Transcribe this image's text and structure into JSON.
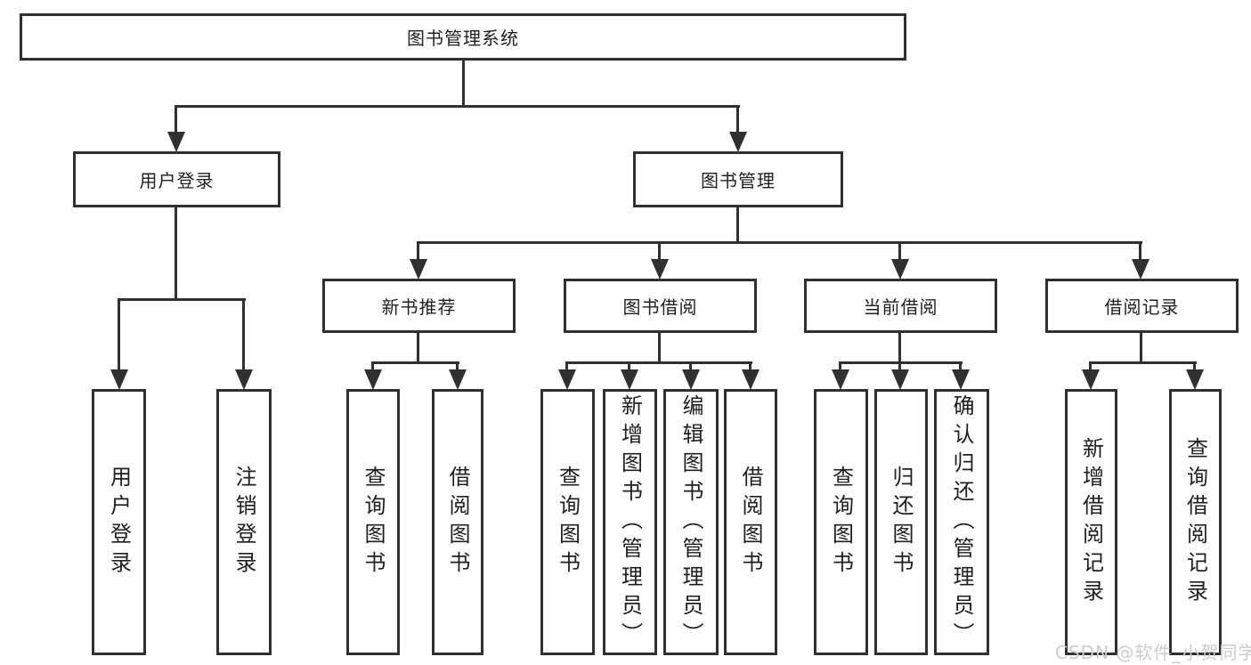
{
  "diagram": {
    "title_node": {
      "label": "图书管理系统"
    },
    "level2": [
      {
        "label": "用户登录",
        "parent": "图书管理系统"
      },
      {
        "label": "图书管理",
        "parent": "图书管理系统"
      }
    ],
    "level3": [
      {
        "label": "新书推荐",
        "parent": "图书管理"
      },
      {
        "label": "图书借阅",
        "parent": "图书管理"
      },
      {
        "label": "当前借阅",
        "parent": "图书管理"
      },
      {
        "label": "借阅记录",
        "parent": "图书管理"
      }
    ],
    "leaves": [
      {
        "label": "用户登录",
        "parent": "用户登录"
      },
      {
        "label": "注销登录",
        "parent": "用户登录"
      },
      {
        "label": "查询图书",
        "parent": "新书推荐"
      },
      {
        "label": "借阅图书",
        "parent": "新书推荐"
      },
      {
        "label": "查询图书",
        "parent": "图书借阅"
      },
      {
        "label": "新增图书（管理员）",
        "parent": "图书借阅"
      },
      {
        "label": "编辑图书（管理员）",
        "parent": "图书借阅"
      },
      {
        "label": "借阅图书",
        "parent": "图书借阅"
      },
      {
        "label": "查询图书",
        "parent": "当前借阅"
      },
      {
        "label": "归还图书",
        "parent": "当前借阅"
      },
      {
        "label": "确认归还（管理员）",
        "parent": "当前借阅"
      },
      {
        "label": "新增借阅记录",
        "parent": "借阅记录"
      },
      {
        "label": "查询借阅记录",
        "parent": "借阅记录"
      }
    ],
    "colors": {
      "line": "#303030",
      "text": "#1f1f1f",
      "background": "#ffffff"
    }
  },
  "watermark": {
    "text": "CSDN @软件_小贺同学",
    "color": "#cbcbd0"
  }
}
